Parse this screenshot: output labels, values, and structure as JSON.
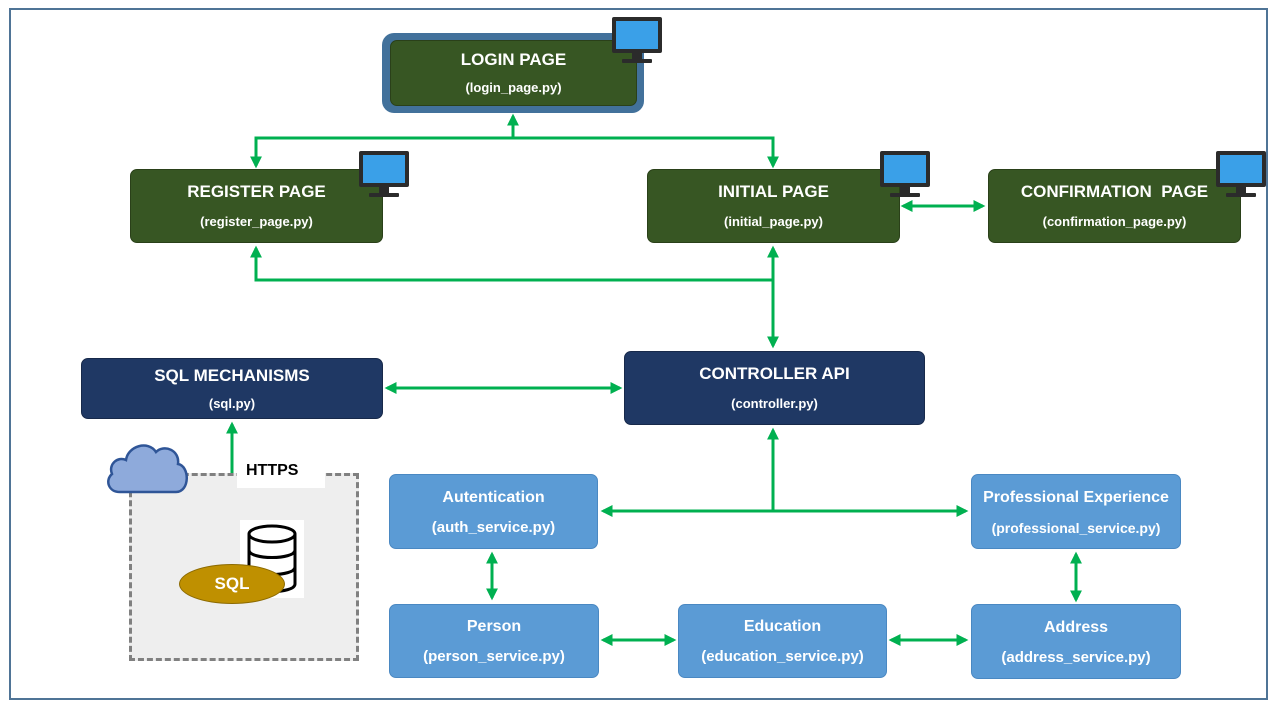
{
  "pages": {
    "login": {
      "title": "LOGIN PAGE",
      "file": "(login_page.py)"
    },
    "register": {
      "title": "REGISTER PAGE",
      "file": "(register_page.py)"
    },
    "initial": {
      "title": "INITIAL PAGE",
      "file": "(initial_page.py)"
    },
    "confirmation": {
      "title": "CONFIRMATION  PAGE",
      "file": "(confirmation_page.py)"
    }
  },
  "backend": {
    "sql": {
      "title": "SQL MECHANISMS",
      "file": "(sql.py)"
    },
    "controller": {
      "title": "CONTROLLER API",
      "file": "(controller.py)"
    }
  },
  "services": {
    "auth": {
      "title": "Autentication",
      "file": "(auth_service.py)"
    },
    "professional": {
      "title": "Professional Experience",
      "file": "(professional_service.py)"
    },
    "person": {
      "title": "Person",
      "file": "(person_service.py)"
    },
    "education": {
      "title": "Education",
      "file": "(education_service.py)"
    },
    "address": {
      "title": "Address",
      "file": "(address_service.py)"
    }
  },
  "cloud": {
    "protocol": "HTTPS",
    "db_label": "SQL"
  },
  "colors": {
    "page_green": "#375623",
    "api_navy": "#1f3864",
    "service_blue": "#5b9bd5",
    "arrow_green": "#00b050",
    "db_gold": "#bf9000"
  },
  "icons": [
    "monitor-icon",
    "cloud-icon",
    "database-icon"
  ]
}
